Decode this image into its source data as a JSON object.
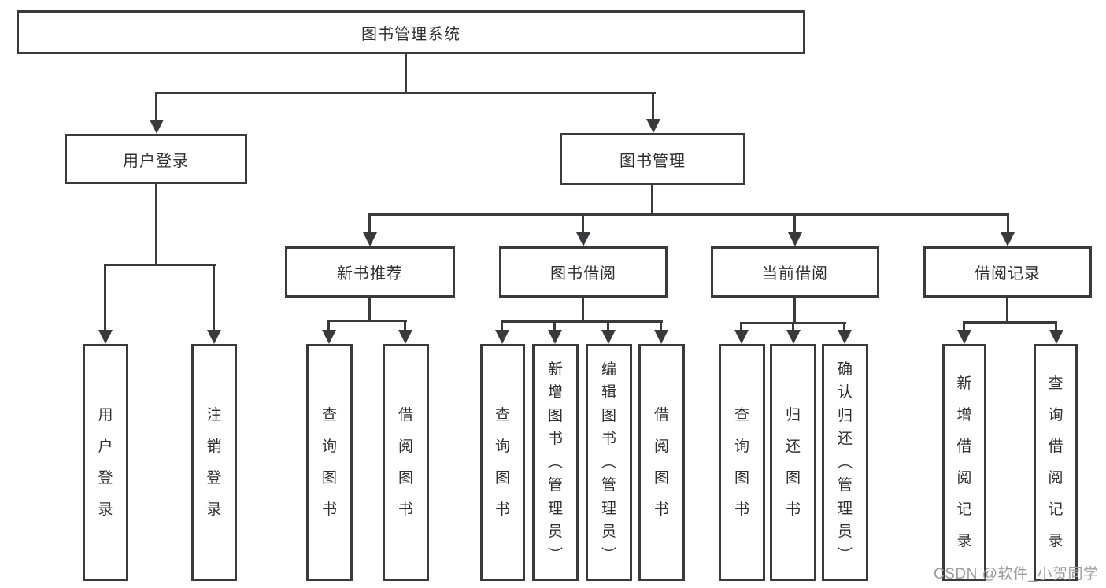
{
  "diagram": {
    "root": {
      "label": "图书管理系统"
    },
    "level2": [
      {
        "label": "用户登录"
      },
      {
        "label": "图书管理"
      }
    ],
    "level3": [
      {
        "label": "新书推荐"
      },
      {
        "label": "图书借阅"
      },
      {
        "label": "当前借阅"
      },
      {
        "label": "借阅记录"
      }
    ],
    "leaves": [
      {
        "label": "用户登录"
      },
      {
        "label": "注销登录"
      },
      {
        "label": "查询图书"
      },
      {
        "label": "借阅图书"
      },
      {
        "label": "查询图书"
      },
      {
        "label": "新增图书（管理员）"
      },
      {
        "label": "编辑图书（管理员）"
      },
      {
        "label": "借阅图书"
      },
      {
        "label": "查询图书"
      },
      {
        "label": "归还图书"
      },
      {
        "label": "确认归还（管理员）"
      },
      {
        "label": "新增借阅记录"
      },
      {
        "label": "查询借阅记录"
      }
    ]
  },
  "watermark": {
    "text": "CSDN @软件_小贺同学"
  },
  "colors": {
    "line": "#3a3a3c",
    "text": "#2f2f31",
    "watermark": "#9b9b9d",
    "background": "#ffffff"
  }
}
